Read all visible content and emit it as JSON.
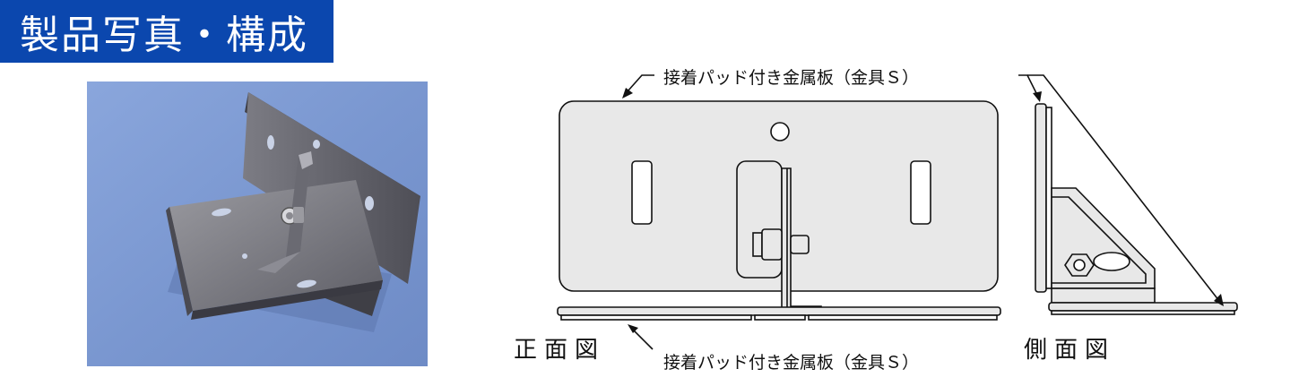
{
  "header": {
    "title": "製品写真・構成"
  },
  "diagram": {
    "label_top": "接着パッド付き金属板（金具Ｓ）",
    "label_bottom": "接着パッド付き金属板（金具Ｓ）",
    "front_view": "正面図",
    "side_view": "側面図"
  },
  "colors": {
    "header_bg": "#0b47ae",
    "photo_bg": "#7d9ad3",
    "plate_fill": "#e8e8e8"
  }
}
